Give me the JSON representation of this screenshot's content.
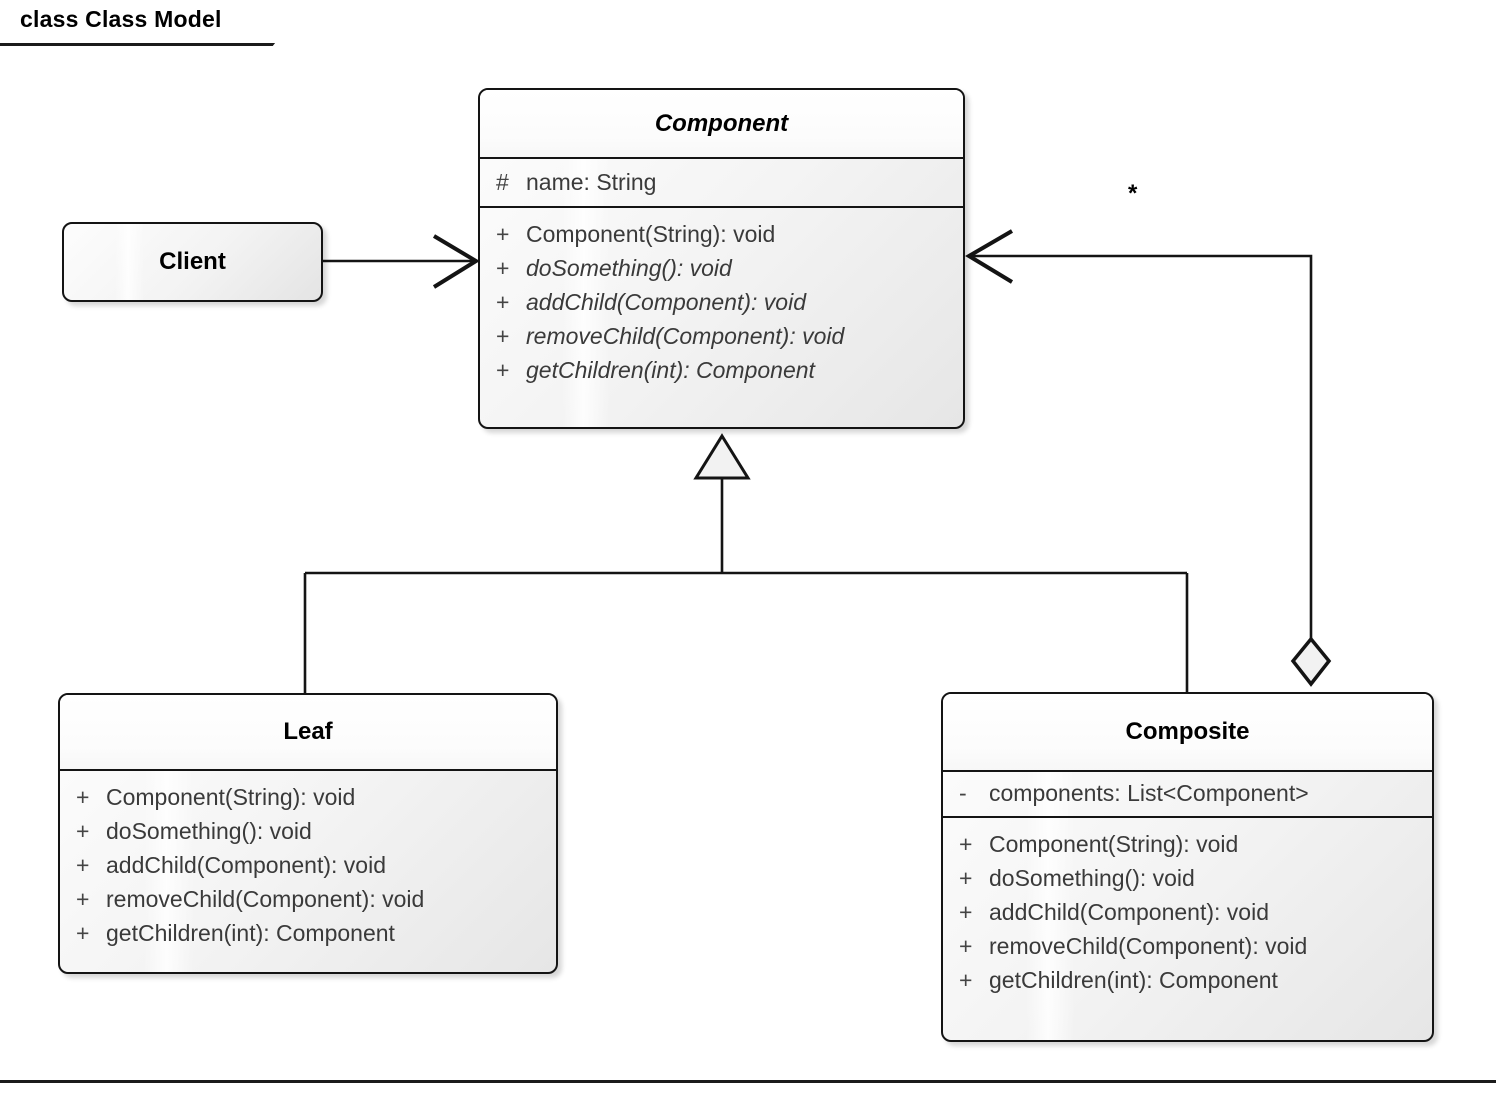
{
  "diagram": {
    "tab_label": "class Class Model",
    "type": "uml-class-diagram"
  },
  "classes": {
    "client": {
      "name": "Client",
      "stereotype": "",
      "abstract": false
    },
    "component": {
      "name": "Component",
      "abstract": true,
      "attributes": [
        {
          "visibility": "#",
          "signature": "name: String",
          "abstract": false
        }
      ],
      "operations": [
        {
          "visibility": "+",
          "signature": "Component(String): void",
          "abstract": false
        },
        {
          "visibility": "+",
          "signature": "doSomething(): void",
          "abstract": true
        },
        {
          "visibility": "+",
          "signature": "addChild(Component): void",
          "abstract": true
        },
        {
          "visibility": "+",
          "signature": "removeChild(Component): void",
          "abstract": true
        },
        {
          "visibility": "+",
          "signature": "getChildren(int): Component",
          "abstract": true
        }
      ]
    },
    "leaf": {
      "name": "Leaf",
      "abstract": false,
      "attributes": [],
      "operations": [
        {
          "visibility": "+",
          "signature": "Component(String): void",
          "abstract": false
        },
        {
          "visibility": "+",
          "signature": "doSomething(): void",
          "abstract": false
        },
        {
          "visibility": "+",
          "signature": "addChild(Component): void",
          "abstract": false
        },
        {
          "visibility": "+",
          "signature": "removeChild(Component): void",
          "abstract": false
        },
        {
          "visibility": "+",
          "signature": "getChildren(int): Component",
          "abstract": false
        }
      ]
    },
    "composite": {
      "name": "Composite",
      "abstract": false,
      "attributes": [
        {
          "visibility": "-",
          "signature": "components: List<Component>",
          "abstract": false
        }
      ],
      "operations": [
        {
          "visibility": "+",
          "signature": "Component(String): void",
          "abstract": false
        },
        {
          "visibility": "+",
          "signature": "doSomething(): void",
          "abstract": false
        },
        {
          "visibility": "+",
          "signature": "addChild(Component): void",
          "abstract": false
        },
        {
          "visibility": "+",
          "signature": "removeChild(Component): void",
          "abstract": false
        },
        {
          "visibility": "+",
          "signature": "getChildren(int): Component",
          "abstract": false
        }
      ]
    }
  },
  "relationships": {
    "client_uses_component": {
      "kind": "association",
      "source": "Client",
      "target": "Component",
      "arrow": "open-arrow"
    },
    "leaf_generalizes_component": {
      "kind": "generalization",
      "source": "Leaf",
      "target": "Component",
      "arrow": "hollow-triangle"
    },
    "composite_generalizes_component": {
      "kind": "generalization",
      "source": "Composite",
      "target": "Component",
      "arrow": "hollow-triangle"
    },
    "composite_aggregates_component": {
      "kind": "aggregation",
      "source": "Composite",
      "target": "Component",
      "arrow": "hollow-diamond",
      "target_multiplicity": "*"
    }
  },
  "colors": {
    "line": "#141414",
    "text": "#3a3a3a",
    "title_text": "#000000",
    "box_fill_light": "#fdfdfd",
    "box_fill_dark": "#e6e6e6",
    "background": "#ffffff"
  }
}
